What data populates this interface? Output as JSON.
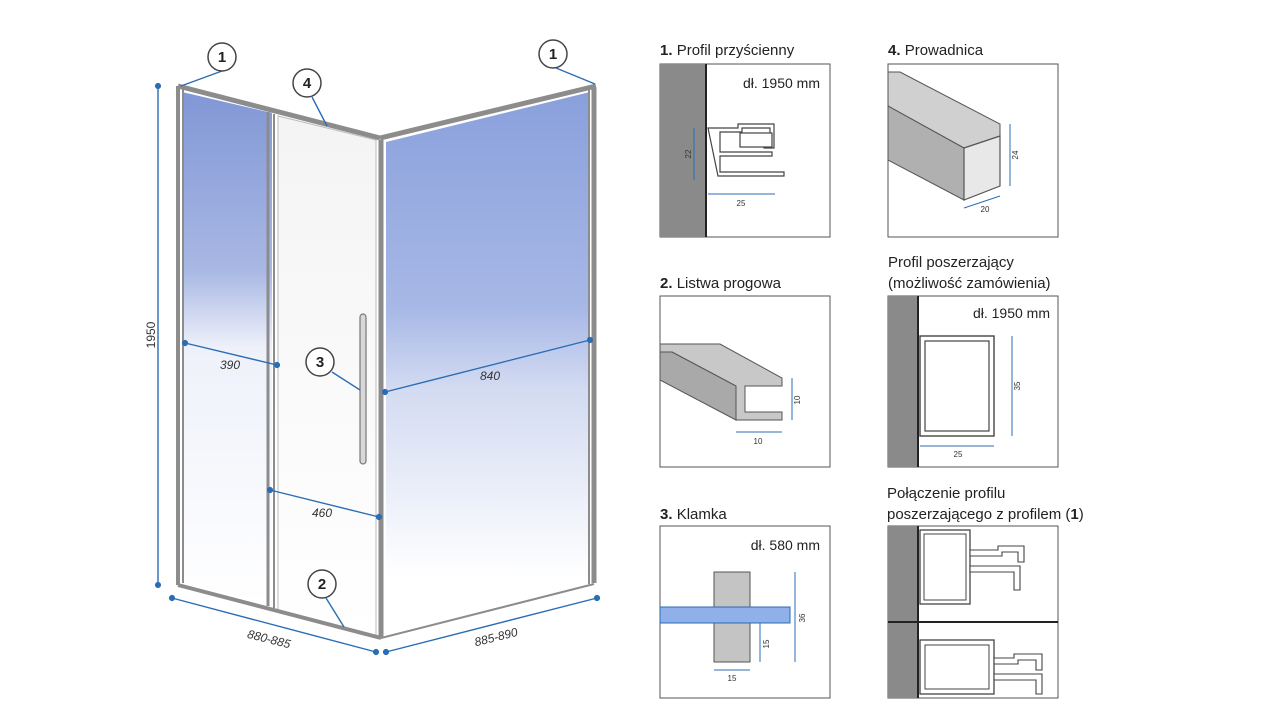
{
  "shower": {
    "callouts": [
      "1",
      "1",
      "4",
      "3",
      "2"
    ],
    "dims": {
      "height": "1950",
      "left_width": "390",
      "right_width": "840",
      "door": "460",
      "front": "880-885",
      "side": "885-890"
    }
  },
  "panels": {
    "p1": {
      "num": "1.",
      "title": "Profil przyścienny",
      "length": "dł. 1950 mm",
      "d_h": "22",
      "d_w": "25"
    },
    "p2": {
      "num": "2.",
      "title": "Listwa progowa",
      "d_h": "10",
      "d_w": "10"
    },
    "p3": {
      "num": "3.",
      "title": "Klamka",
      "length": "dł. 580 mm",
      "d_h1": "36",
      "d_h2": "15",
      "d_w": "15"
    },
    "p4": {
      "num": "4.",
      "title": "Prowadnica",
      "d_h": "24",
      "d_w": "20"
    },
    "p5": {
      "title1": "Profil poszerzający",
      "title2": "(możliwość zamówienia)",
      "length": "dł. 1950 mm",
      "d_h": "35",
      "d_w": "25"
    },
    "p6": {
      "title1": "Połączenie profilu",
      "title2_pre": "poszerzającego z profilem (",
      "title2_num": "1",
      "title2_post": ")"
    }
  },
  "colors": {
    "glass": "#8fa4dc",
    "frame": "#8c8c8c",
    "dim": "#2a6db5",
    "wall": "#8a8a8a"
  }
}
